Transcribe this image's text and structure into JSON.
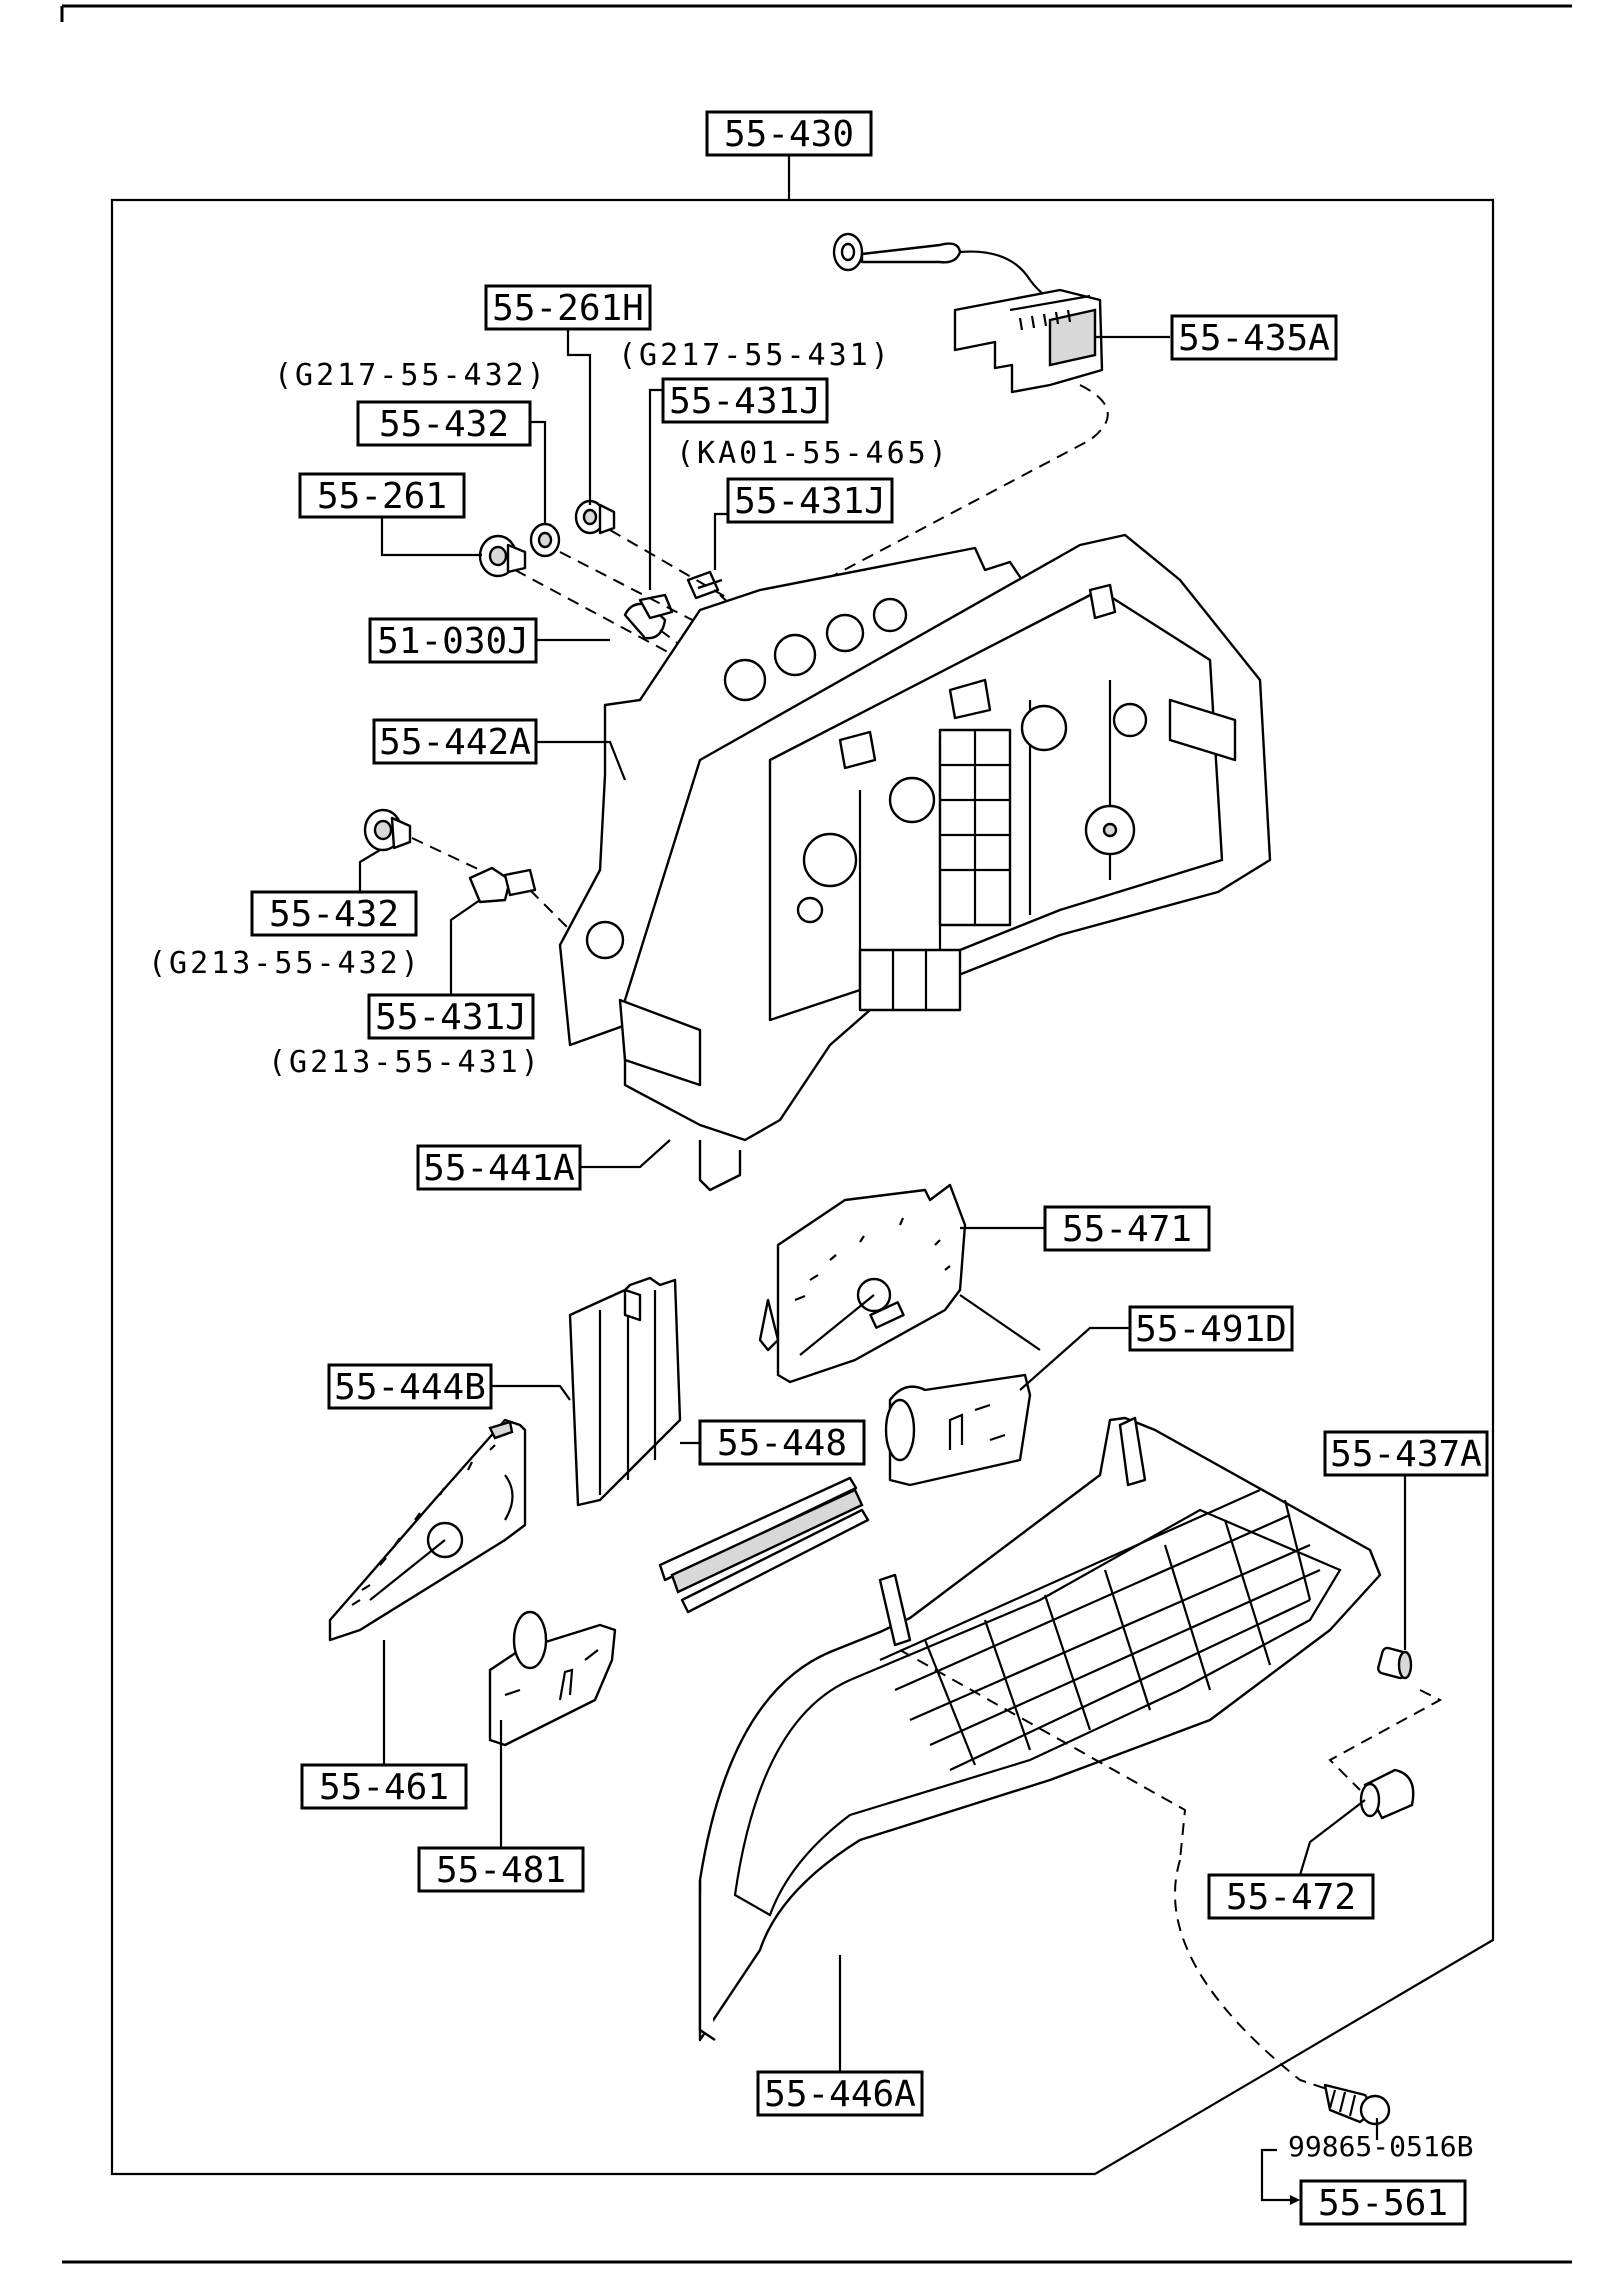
{
  "diagram": {
    "assembly_label": "55-430",
    "part_labels": {
      "p55_261H": "55-261H",
      "p55_435A": "55-435A",
      "p55_432_top": "55-432",
      "p55_431J_a": "55-431J",
      "p55_431J_b": "55-431J",
      "p55_261": "55-261",
      "p51_030J": "51-030J",
      "p55_442A": "55-442A",
      "p55_432_left": "55-432",
      "p55_431J_left": "55-431J",
      "p55_441A": "55-441A",
      "p55_471": "55-471",
      "p55_491D": "55-491D",
      "p55_444B": "55-444B",
      "p55_448": "55-448",
      "p55_437A": "55-437A",
      "p55_461": "55-461",
      "p55_481": "55-481",
      "p55_472": "55-472",
      "p55_446A": "55-446A",
      "p55_561": "55-561"
    },
    "notes": {
      "g217_432": "(G217-55-432)",
      "g217_431": "(G217-55-431)",
      "ka01_465": "(KA01-55-465)",
      "g213_432": "(G213-55-432)",
      "g213_431": "(G213-55-431)",
      "screw_part": "99865-0516B"
    }
  }
}
